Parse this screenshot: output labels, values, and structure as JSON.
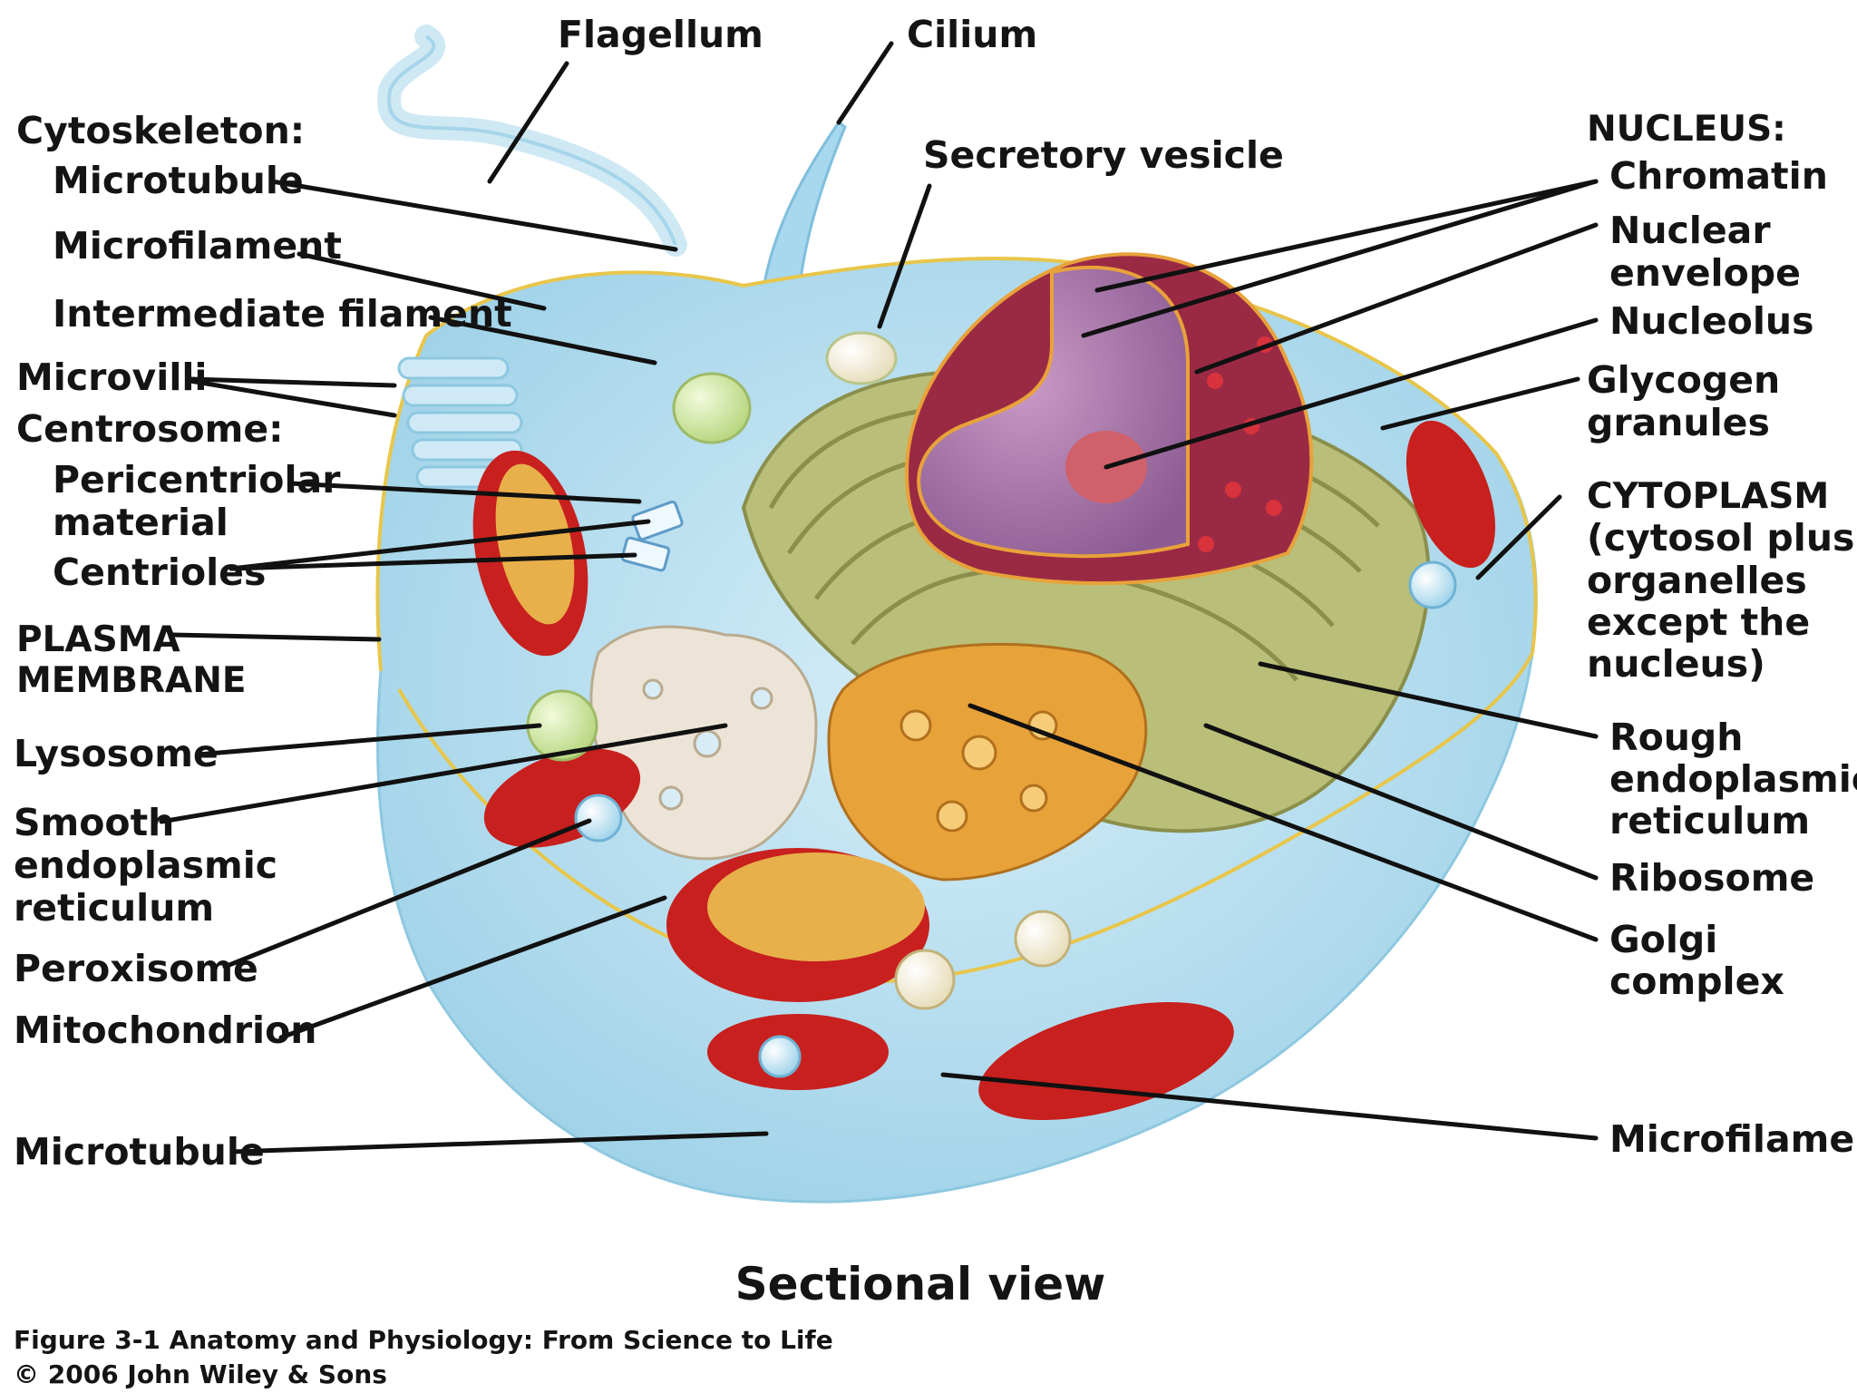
{
  "diagram": {
    "title": "Sectional view",
    "caption_line1": "Figure 3-1  Anatomy and Physiology: From Science to Life",
    "caption_line2": "© 2006 John Wiley & Sons",
    "colors": {
      "cytoplasm": "#bfe3f2",
      "cytoplasm_edge": "#8ec8e0",
      "membrane": "#e8c64a",
      "nucleus": "#9a2a44",
      "chromatin": "#b58ab8",
      "nucleolus": "#d0606a",
      "rough_er": "#b9bf78",
      "golgi": "#e8a23a",
      "smooth_er": "#ece4d6",
      "mitochondrion": "#c8201e",
      "mito_inner": "#e8b04a",
      "lysosome": "#cfe6a0",
      "peroxisome": "#a9d8ee",
      "leader": "#111111"
    },
    "labels": {
      "flagellum": "Flagellum",
      "cilium": "Cilium",
      "cytoskeleton_heading": "Cytoskeleton:",
      "microtubule_top": "Microtubule",
      "microfilament_left": "Microfilament",
      "intermediate_filament": "Intermediate filament",
      "microvilli": "Microvilli",
      "centrosome_heading": "Centrosome:",
      "pericentriolar_1": "Pericentriolar",
      "pericentriolar_2": "material",
      "centrioles": "Centrioles",
      "plasma_membrane_1": "PLASMA",
      "plasma_membrane_2": "MEMBRANE",
      "lysosome": "Lysosome",
      "smooth_er_1": "Smooth",
      "smooth_er_2": "endoplasmic",
      "smooth_er_3": "reticulum",
      "peroxisome": "Peroxisome",
      "mitochondrion": "Mitochondrion",
      "microtubule_bottom": "Microtubule",
      "secretory_vesicle": "Secretory vesicle",
      "nucleus_heading": "NUCLEUS:",
      "chromatin": "Chromatin",
      "nuclear_envelope_1": "Nuclear",
      "nuclear_envelope_2": "envelope",
      "nucleolus": "Nucleolus",
      "glycogen_1": "Glycogen",
      "glycogen_2": "granules",
      "cytoplasm_1": "CYTOPLASM",
      "cytoplasm_2": "(cytosol plus",
      "cytoplasm_3": "organelles",
      "cytoplasm_4": "except the",
      "cytoplasm_5": "nucleus)",
      "rough_er_1": "Rough",
      "rough_er_2": "endoplasmic",
      "rough_er_3": "reticulum",
      "ribosome": "Ribosome",
      "golgi_1": "Golgi",
      "golgi_2": "complex",
      "microfilament_right": "Microfilament"
    }
  }
}
